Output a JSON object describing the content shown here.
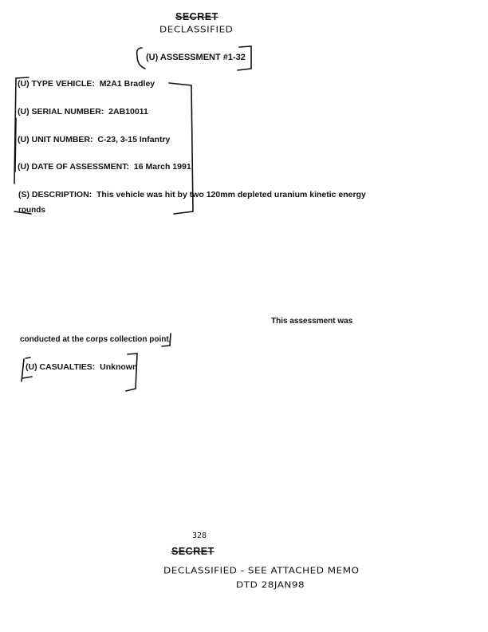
{
  "header": {
    "classification": "SECRET",
    "declassified_mark": "DECLASSIFIED"
  },
  "title": "(U) ASSESSMENT #1-32",
  "fields": [
    {
      "label": "(U) TYPE VEHICLE:",
      "value": "M2A1 Bradley"
    },
    {
      "label": "(U) SERIAL NUMBER:",
      "value": "2AB10011"
    },
    {
      "label": "(U) UNIT NUMBER:",
      "value": "C-23, 3-15 Infantry"
    },
    {
      "label": "(U) DATE OF ASSESSMENT:",
      "value": "16 March 1991"
    }
  ],
  "description": {
    "label": "(S) DESCRIPTION:",
    "line1": "This vehicle was hit by two 120mm depleted uranium kinetic energy",
    "line2": "rounds",
    "line3": "This assessment was",
    "line4": "conducted at the corps collection point."
  },
  "casualties": {
    "label": "(U) CASUALTIES:",
    "value": "Unknown"
  },
  "footer": {
    "page_number": "328",
    "classification": "SECRET",
    "declassified_note": "DECLASSIFIED - SEE ATTACHED MEMO",
    "declassified_date": "DTD 28JAN98"
  }
}
